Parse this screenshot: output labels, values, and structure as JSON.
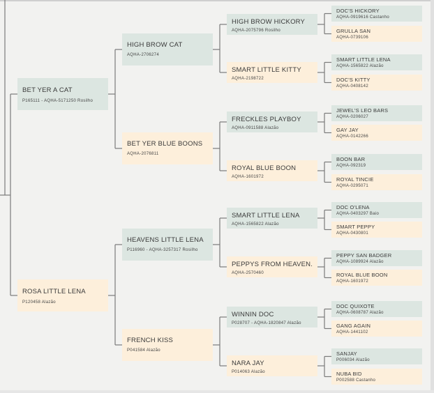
{
  "pedigree": {
    "sire": {
      "name": "BET YER A CAT",
      "reg": "P165111 - AQHA-5171250 Rosilho",
      "sex": "male",
      "sire": {
        "name": "HIGH BROW CAT",
        "reg": "AQHA-2706274",
        "sex": "male",
        "sire": {
          "name": "HIGH BROW HICKORY",
          "reg": "AQHA-2075796 Rosilho",
          "sex": "male",
          "sire": {
            "name": "DOC'S HICKORY",
            "reg": "AQHA-0919616 Castanho",
            "sex": "male"
          },
          "dam": {
            "name": "GRULLA SAN",
            "reg": "AQHA-0739106",
            "sex": "female"
          }
        },
        "dam": {
          "name": "SMART LITTLE KITTY",
          "reg": "AQHA-2198722",
          "sex": "female",
          "sire": {
            "name": "SMART LITTLE LENA",
            "reg": "AQHA-1565822 Alazão",
            "sex": "male"
          },
          "dam": {
            "name": "DOC'S KITTY",
            "reg": "AQHA-0408142",
            "sex": "female"
          }
        }
      },
      "dam": {
        "name": "BET YER BLUE BOONS",
        "reg": "AQHA-2076811",
        "sex": "female",
        "sire": {
          "name": "FRECKLES PLAYBOY",
          "reg": "AQHA-0911588 Alazão",
          "sex": "male",
          "sire": {
            "name": "JEWEL'S LEO BARS",
            "reg": "AQHA-0206027",
            "sex": "male"
          },
          "dam": {
            "name": "GAY JAY",
            "reg": "AQHA-0142266",
            "sex": "female"
          }
        },
        "dam": {
          "name": "ROYAL BLUE BOON",
          "reg": "AQHA-1601972",
          "sex": "female",
          "sire": {
            "name": "BOON BAR",
            "reg": "AQHA-092319",
            "sex": "male"
          },
          "dam": {
            "name": "ROYAL TINCIE",
            "reg": "AQHA-0295071",
            "sex": "female"
          }
        }
      }
    },
    "dam": {
      "name": "ROSA LITTLE LENA",
      "reg": "P120458 Alazão",
      "sex": "female",
      "sire": {
        "name": "HEAVENS LITTLE LENA",
        "reg": "P116960 - AQHA-3257317 Rosilho",
        "sex": "male",
        "sire": {
          "name": "SMART LITTLE LENA",
          "reg": "AQHA-1565822 Alazão",
          "sex": "male",
          "sire": {
            "name": "DOC O'LENA",
            "reg": "AQHA-0403297 Baio",
            "sex": "male"
          },
          "dam": {
            "name": "SMART PEPPY",
            "reg": "AQHA-0430801",
            "sex": "female"
          }
        },
        "dam": {
          "name": "PEPPYS FROM HEAVEN.",
          "reg": "AQHA-2570460",
          "sex": "female",
          "sire": {
            "name": "PEPPY SAN BADGER",
            "reg": "AQHA-1089924 Alazão",
            "sex": "male"
          },
          "dam": {
            "name": "ROYAL BLUE BOON",
            "reg": "AQHA-1601972",
            "sex": "female"
          }
        }
      },
      "dam": {
        "name": "FRENCH KISS",
        "reg": "P041584 Alazão",
        "sex": "female",
        "sire": {
          "name": "WINNIN DOC",
          "reg": "P028707 - AQHA-1820847 Alazão",
          "sex": "male",
          "sire": {
            "name": "DOC QUIXOTE",
            "reg": "AQHA-0608787 Alazão",
            "sex": "male"
          },
          "dam": {
            "name": "GANG AGAIN",
            "reg": "AQHA-1441102",
            "sex": "female"
          }
        },
        "dam": {
          "name": "NARA JAY",
          "reg": "P014063 Alazão",
          "sex": "female",
          "sire": {
            "name": "SANJAY",
            "reg": "P006034 Alazão",
            "sex": "male"
          },
          "dam": {
            "name": "NUBA BID",
            "reg": "P002588 Castanho",
            "sex": "female"
          }
        }
      }
    }
  },
  "colors": {
    "male_box": "#dce6e1",
    "female_box": "#fdefdb",
    "connector": "#7a7a7a",
    "background": "#f2f2f0"
  }
}
